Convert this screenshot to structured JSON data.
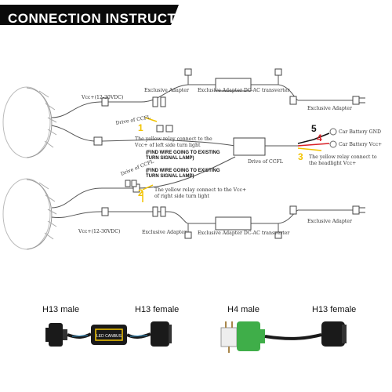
{
  "header": {
    "title": "CONNECTION INSTRUCTION"
  },
  "diagram": {
    "voltage_top": "Vcc+(12-30VDC)",
    "voltage_bottom": "Vcc+(12-30VDC)",
    "adapter_top_left": "Exclusive Adapter",
    "adapter_dcac_top": "Exclusive Adapter DC-AC  transverter",
    "adapter_top_right": "Exclusive Adapter",
    "adapter_bottom_left": "Exclusive Adapter",
    "adapter_dcac_bottom": "Exclusive Adapter DC-AC  transverter",
    "adapter_bottom_right": "Exclusive Adapter",
    "drive_top": "Drive of CCFL",
    "drive_center": "Drive of CCFL",
    "drive_bottom": "Drive of CCFL",
    "relay_left_line1": "The yellow relay connect to the",
    "relay_left_line2": "Vcc+ of left side turn light",
    "relay_right_line1": "The yellow relay connect to the Vcc+",
    "relay_right_line2": "of right side turn light",
    "relay_headlight_line1": "The yellow relay connect to",
    "relay_headlight_line2": "the headlight Vcc+",
    "find_wire_a_line1": "(FIND WIRE GOING TO EXISTING",
    "find_wire_a_line2": "TURN SIGNAL LAMP)",
    "find_wire_b_line1": "(FIND WIRE GOING TO EXISTING",
    "find_wire_b_line2": "TURN SIGNAL LAMP)",
    "battery_gnd": "Car Battery GND",
    "battery_vcc": "Car Battery Vcc+",
    "numbers": [
      "1",
      "2",
      "3",
      "4",
      "5"
    ],
    "colors": {
      "yellow": "#f2c300",
      "red": "#d81f26",
      "black": "#111111"
    }
  },
  "connectors": {
    "left_male": "H13 male",
    "left_female": "H13 female",
    "canbus_label": "LED CANBUS",
    "right_male": "H4 male",
    "right_female": "H13 female",
    "adapter_color": "#3fae49"
  }
}
